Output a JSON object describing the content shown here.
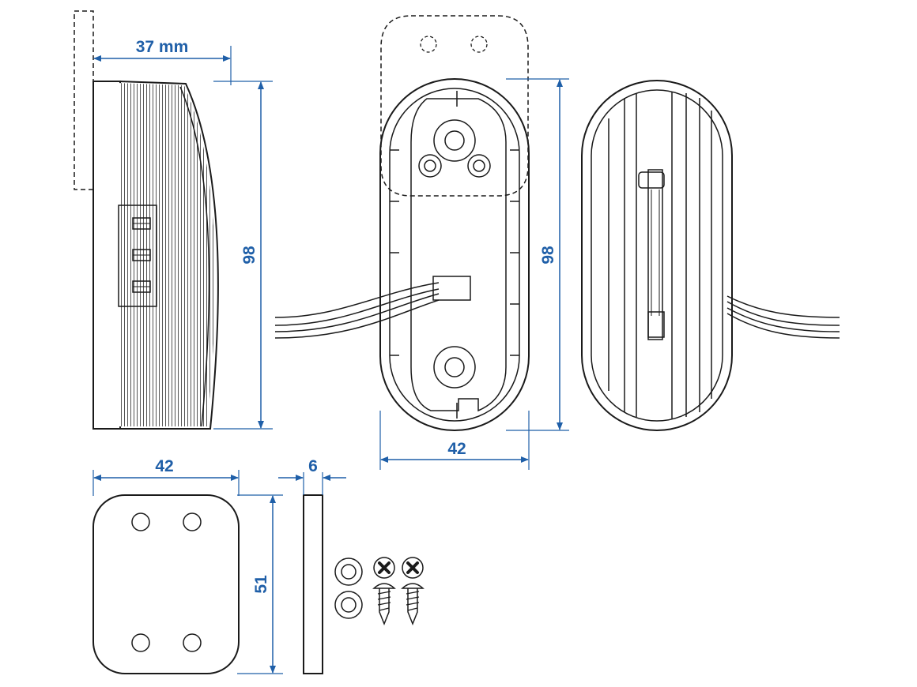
{
  "colors": {
    "dimension": "#1f5fa8",
    "outline": "#1a1a1a",
    "background": "#ffffff"
  },
  "dimensions": {
    "side_depth": "37 mm",
    "side_height": "98",
    "back_width": "42",
    "back_height": "98",
    "plate_width": "42",
    "plate_height": "51",
    "plate_thickness": "6"
  },
  "parts": [
    {
      "name": "side-view"
    },
    {
      "name": "back-view"
    },
    {
      "name": "front-view"
    },
    {
      "name": "mounting-plate"
    },
    {
      "name": "plate-side-view"
    },
    {
      "name": "washers"
    },
    {
      "name": "screws"
    }
  ]
}
